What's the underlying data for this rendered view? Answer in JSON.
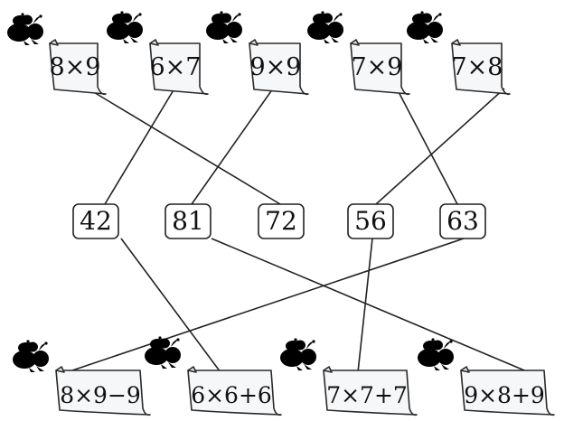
{
  "top_cards": [
    {
      "label": "8×9"
    },
    {
      "label": "6×7"
    },
    {
      "label": "9×9"
    },
    {
      "label": "7×9"
    },
    {
      "label": "7×8"
    }
  ],
  "middle_numbers": [
    {
      "value": "42"
    },
    {
      "value": "81"
    },
    {
      "value": "72"
    },
    {
      "value": "56"
    },
    {
      "value": "63"
    }
  ],
  "bottom_cards": [
    {
      "label": "8×9−9"
    },
    {
      "label": "6×6+6"
    },
    {
      "label": "7×7+7"
    },
    {
      "label": "9×8+9"
    }
  ],
  "connections_top": [
    {
      "from": "8×9",
      "to": "72"
    },
    {
      "from": "6×7",
      "to": "42"
    },
    {
      "from": "9×9",
      "to": "81"
    },
    {
      "from": "7×9",
      "to": "63"
    },
    {
      "from": "7×8",
      "to": "56"
    }
  ],
  "connections_bottom": [
    {
      "from": "42",
      "to": "6×6+6"
    },
    {
      "from": "81",
      "to": "9×8+9"
    },
    {
      "from": "56",
      "to": "7×7+7"
    },
    {
      "from": "63",
      "to": "8×9−9"
    }
  ],
  "colors": {
    "bee_body": "#9cc4ea",
    "bee_wing": "#dcebf8",
    "outline": "#222222",
    "paper": "#f6f7f8"
  },
  "icons": [
    "bee-icon",
    "paper-card"
  ]
}
